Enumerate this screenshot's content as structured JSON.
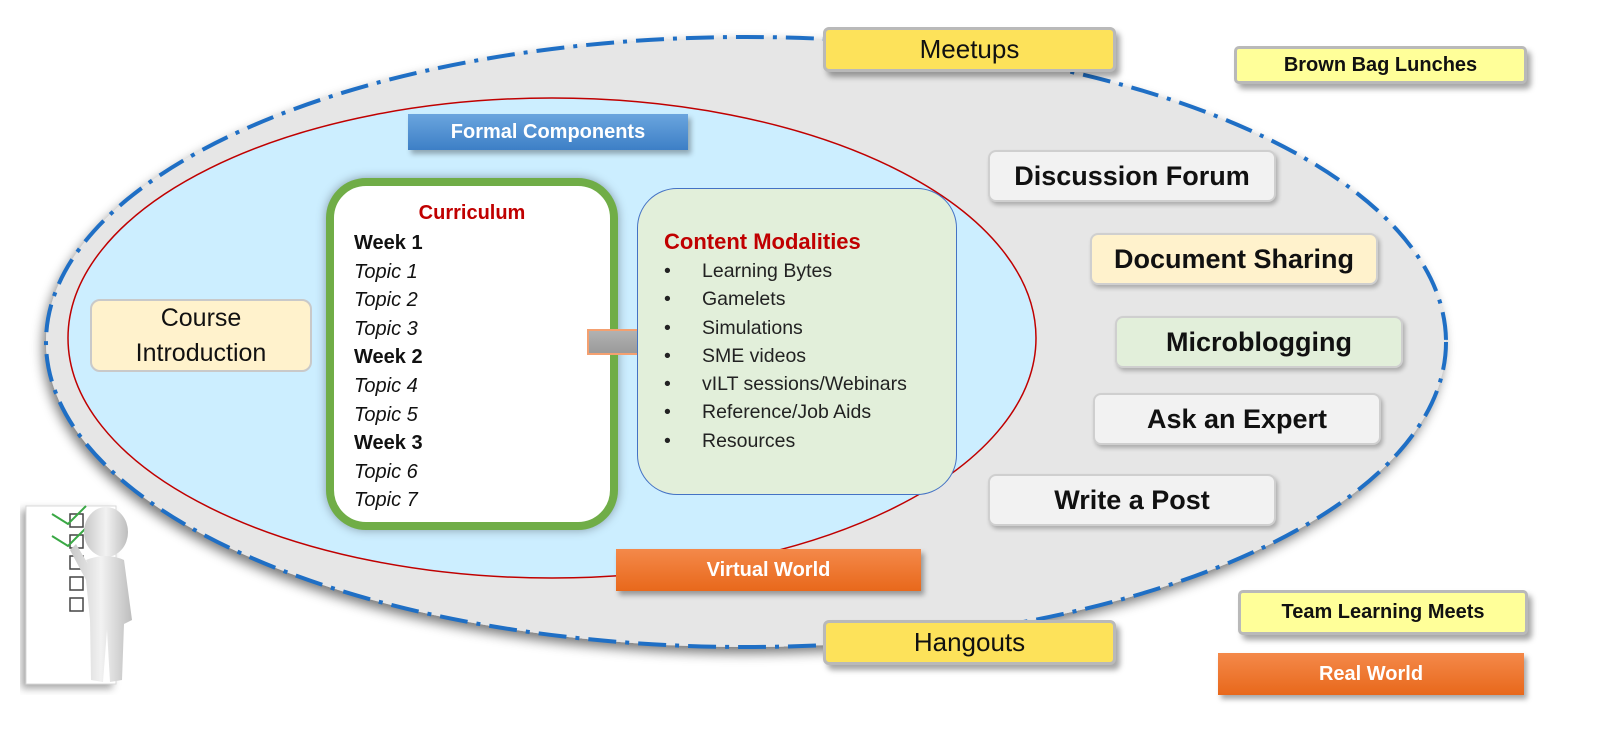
{
  "diagram": {
    "outer_region": {
      "label": "Real World",
      "border_color": "#1f6fc5",
      "fill": "#e6e6e6"
    },
    "inner_region": {
      "label": "Virtual World",
      "border_color": "#c00000",
      "fill": "#cceeff"
    },
    "formal_components": {
      "label": "Formal Components"
    },
    "course_introduction": {
      "label": "Course Introduction"
    },
    "curriculum": {
      "title": "Curriculum",
      "items": [
        {
          "text": "Week 1",
          "kind": "week"
        },
        {
          "text": "Topic 1",
          "kind": "topic"
        },
        {
          "text": "Topic 2",
          "kind": "topic"
        },
        {
          "text": "Topic 3",
          "kind": "topic"
        },
        {
          "text": "Week 2",
          "kind": "week"
        },
        {
          "text": "Topic 4",
          "kind": "topic"
        },
        {
          "text": "Topic 5",
          "kind": "topic"
        },
        {
          "text": "Week 3",
          "kind": "week"
        },
        {
          "text": "Topic 6",
          "kind": "topic"
        },
        {
          "text": "Topic 7",
          "kind": "topic"
        }
      ]
    },
    "content_modalities": {
      "title": "Content Modalities",
      "bullet": "•",
      "items": [
        "Learning Bytes",
        "Gamelets",
        "Simulations",
        "SME videos",
        "vILT sessions/Webinars",
        "Reference/Job Aids",
        "Resources"
      ]
    },
    "social_tools": [
      "Discussion Forum",
      "Document Sharing",
      "Microblogging",
      "Ask an Expert",
      "Write a Post"
    ],
    "tags": {
      "meetups": "Meetups",
      "hangouts": "Hangouts",
      "brown_bag": "Brown Bag Lunches",
      "team_learning": "Team Learning Meets",
      "virtual_world": "Virtual World",
      "real_world": "Real World"
    },
    "icons": {
      "arrow": "right-arrow-icon",
      "figure": "person-checklist-icon"
    }
  }
}
